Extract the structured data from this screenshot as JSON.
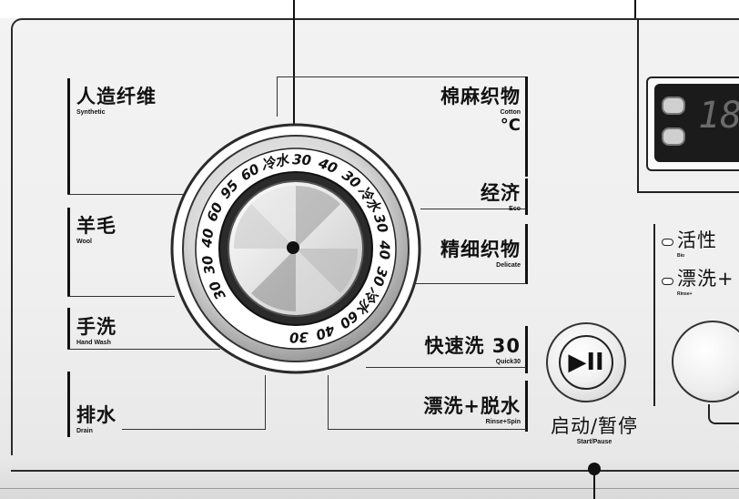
{
  "program_labels": {
    "synthetic": {
      "zh": "人造纤维",
      "en": "Synthetic"
    },
    "wool": {
      "zh": "羊毛",
      "en": "Wool"
    },
    "hand_wash": {
      "zh": "手洗",
      "en": "Hand Wash"
    },
    "drain": {
      "zh": "排水",
      "en": "Drain"
    },
    "cotton": {
      "zh": "棉麻织物",
      "en": "Cotton"
    },
    "eco": {
      "zh": "经济",
      "en": "Eco"
    },
    "delicate": {
      "zh": "精细织物",
      "en": "Delicate"
    },
    "quick30": {
      "zh": "快速洗 30",
      "en": "Quick30"
    },
    "rinse_spin": {
      "zh": "漂洗+脱水",
      "en": "Rinse+Spin"
    }
  },
  "cotton_unit": "°C",
  "dial_ring": [
    "30",
    "30",
    "40",
    "60",
    "95",
    "60",
    "冷水",
    "30",
    "40",
    "30",
    "冷水",
    "30",
    "40",
    "30",
    "冷水",
    "60",
    "40",
    "30"
  ],
  "start_pause": {
    "zh": "启动/暂停",
    "en": "Start/Pause",
    "symbol": "▶II"
  },
  "options": [
    {
      "zh": "活性",
      "en": "Bio"
    },
    {
      "zh": "漂洗+",
      "en": "Rinse+"
    }
  ],
  "display": {
    "digits": "18"
  },
  "colors": {
    "panel": "#efefef",
    "ink": "#111111",
    "dial_dark": "#222222"
  }
}
